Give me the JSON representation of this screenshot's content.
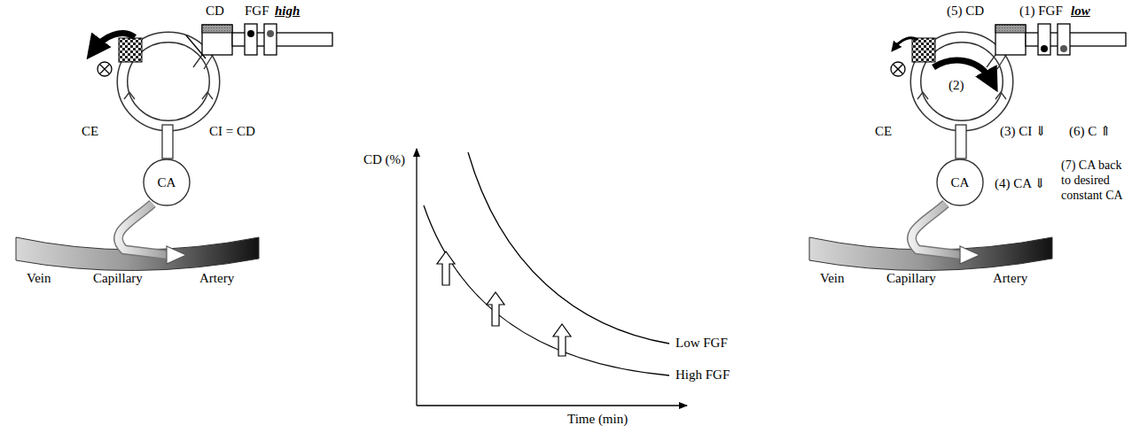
{
  "diagram": {
    "nodes": [
      {
        "text": [
          "CA"
        ]
      },
      {
        "text": [
          "CA"
        ]
      }
    ],
    "labels": [
      "CD",
      "FGF",
      "high",
      "CE",
      "CI = CD",
      "Vein",
      "Capillary",
      "Artery",
      "CD (%)",
      "Time (min)",
      "Low FGF",
      "High FGF",
      "(5) CD",
      "(1) FGF",
      "low",
      "(2)",
      "CE",
      "(3) CI ⇓",
      "(6) C ⇑",
      "(4) CA ⇓",
      "(7) CA back to desired constant CA",
      "Vein",
      "Capillary",
      "Artery"
    ]
  }
}
